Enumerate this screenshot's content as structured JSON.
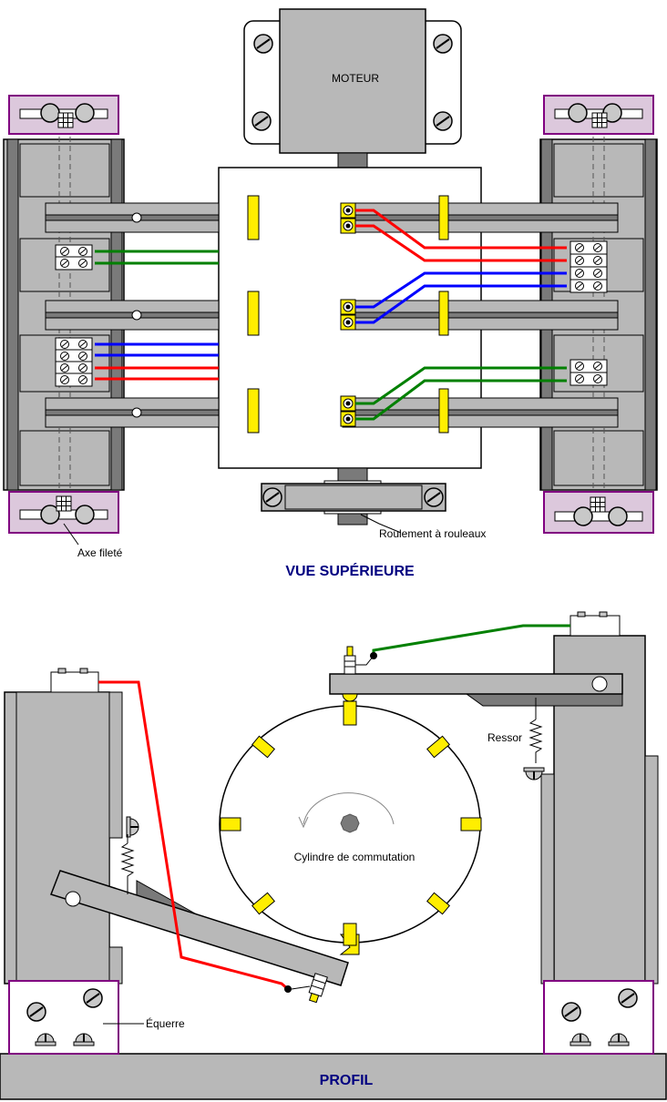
{
  "labels": {
    "motor": "MOTEUR",
    "threaded_axis": "Axe fileté",
    "roller_bearing": "Roulement à rouleaux",
    "top_view_title": "VUE SUPÉRIEURE",
    "spring": "Ressor",
    "switching_cylinder": "Cylindre de commutation",
    "bracket": "Équerre",
    "profile_title": "PROFIL"
  },
  "colors": {
    "frame_gray": "#b8b8b8",
    "dark_gray": "#7a7a7a",
    "purple": "#800080",
    "plate": "#dcc8dc",
    "contact_yellow": "#ffee00",
    "wire_red": "#ff0000",
    "wire_blue": "#0000ff",
    "wire_green": "#008000",
    "title_blue": "#000080"
  },
  "icons": [
    "screw-icon",
    "terminal-block-icon",
    "spring-icon",
    "rotation-arrow-icon"
  ]
}
